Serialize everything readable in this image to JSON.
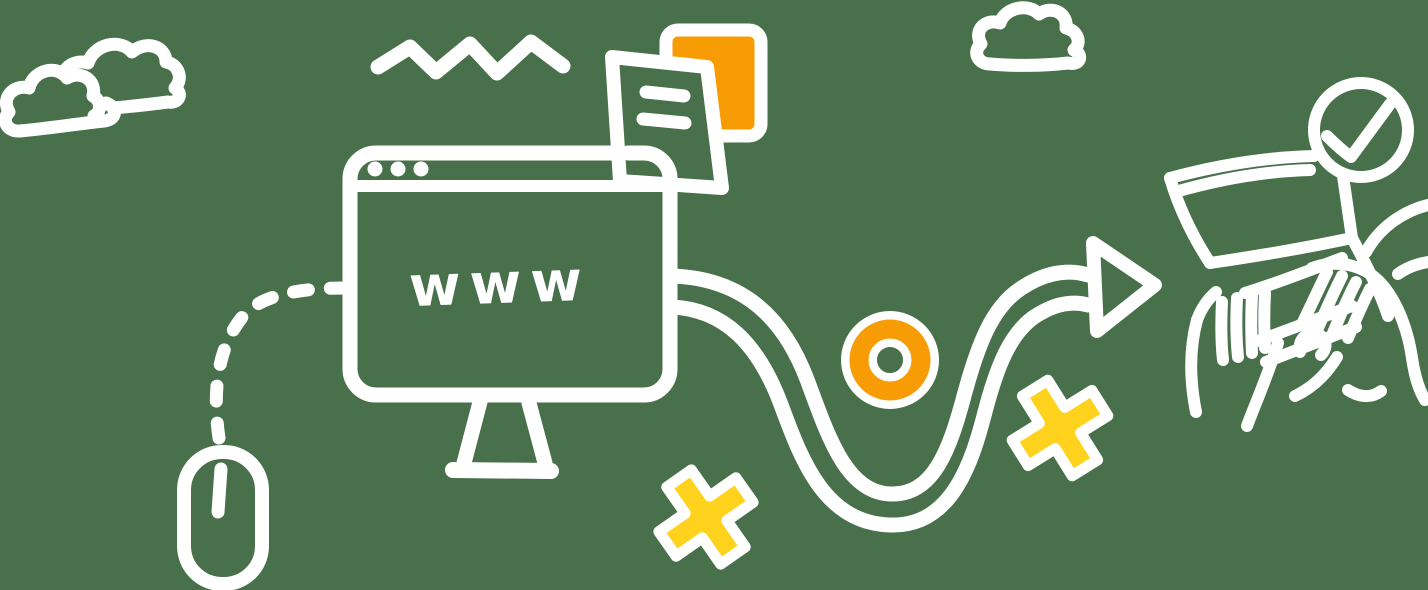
{
  "illustration": {
    "description": "hand-drawn line illustration of web browsing: browser monitor with mouse, documents, winding arrow path past an orange ring and yellow crosses toward a person typing on a laptop with a success checkmark",
    "background_color": "#48704A",
    "line_color": "#FFFFFF",
    "accent_orange": "#F89C05",
    "accent_yellow": "#FFD21E",
    "browser_window": {
      "address_text": "www",
      "traffic_dots": 3
    },
    "icons": [
      {
        "name": "clouds-left-icon"
      },
      {
        "name": "cloud-right-icon"
      },
      {
        "name": "zigzag-icon"
      },
      {
        "name": "documents-icon"
      },
      {
        "name": "browser-monitor-icon"
      },
      {
        "name": "computer-mouse-icon"
      },
      {
        "name": "dashed-cable"
      },
      {
        "name": "curved-arrow-icon"
      },
      {
        "name": "orange-ring-icon"
      },
      {
        "name": "x-mark-left-icon"
      },
      {
        "name": "x-mark-right-icon"
      },
      {
        "name": "laptop-hands-icon"
      },
      {
        "name": "check-circle-icon"
      }
    ]
  }
}
